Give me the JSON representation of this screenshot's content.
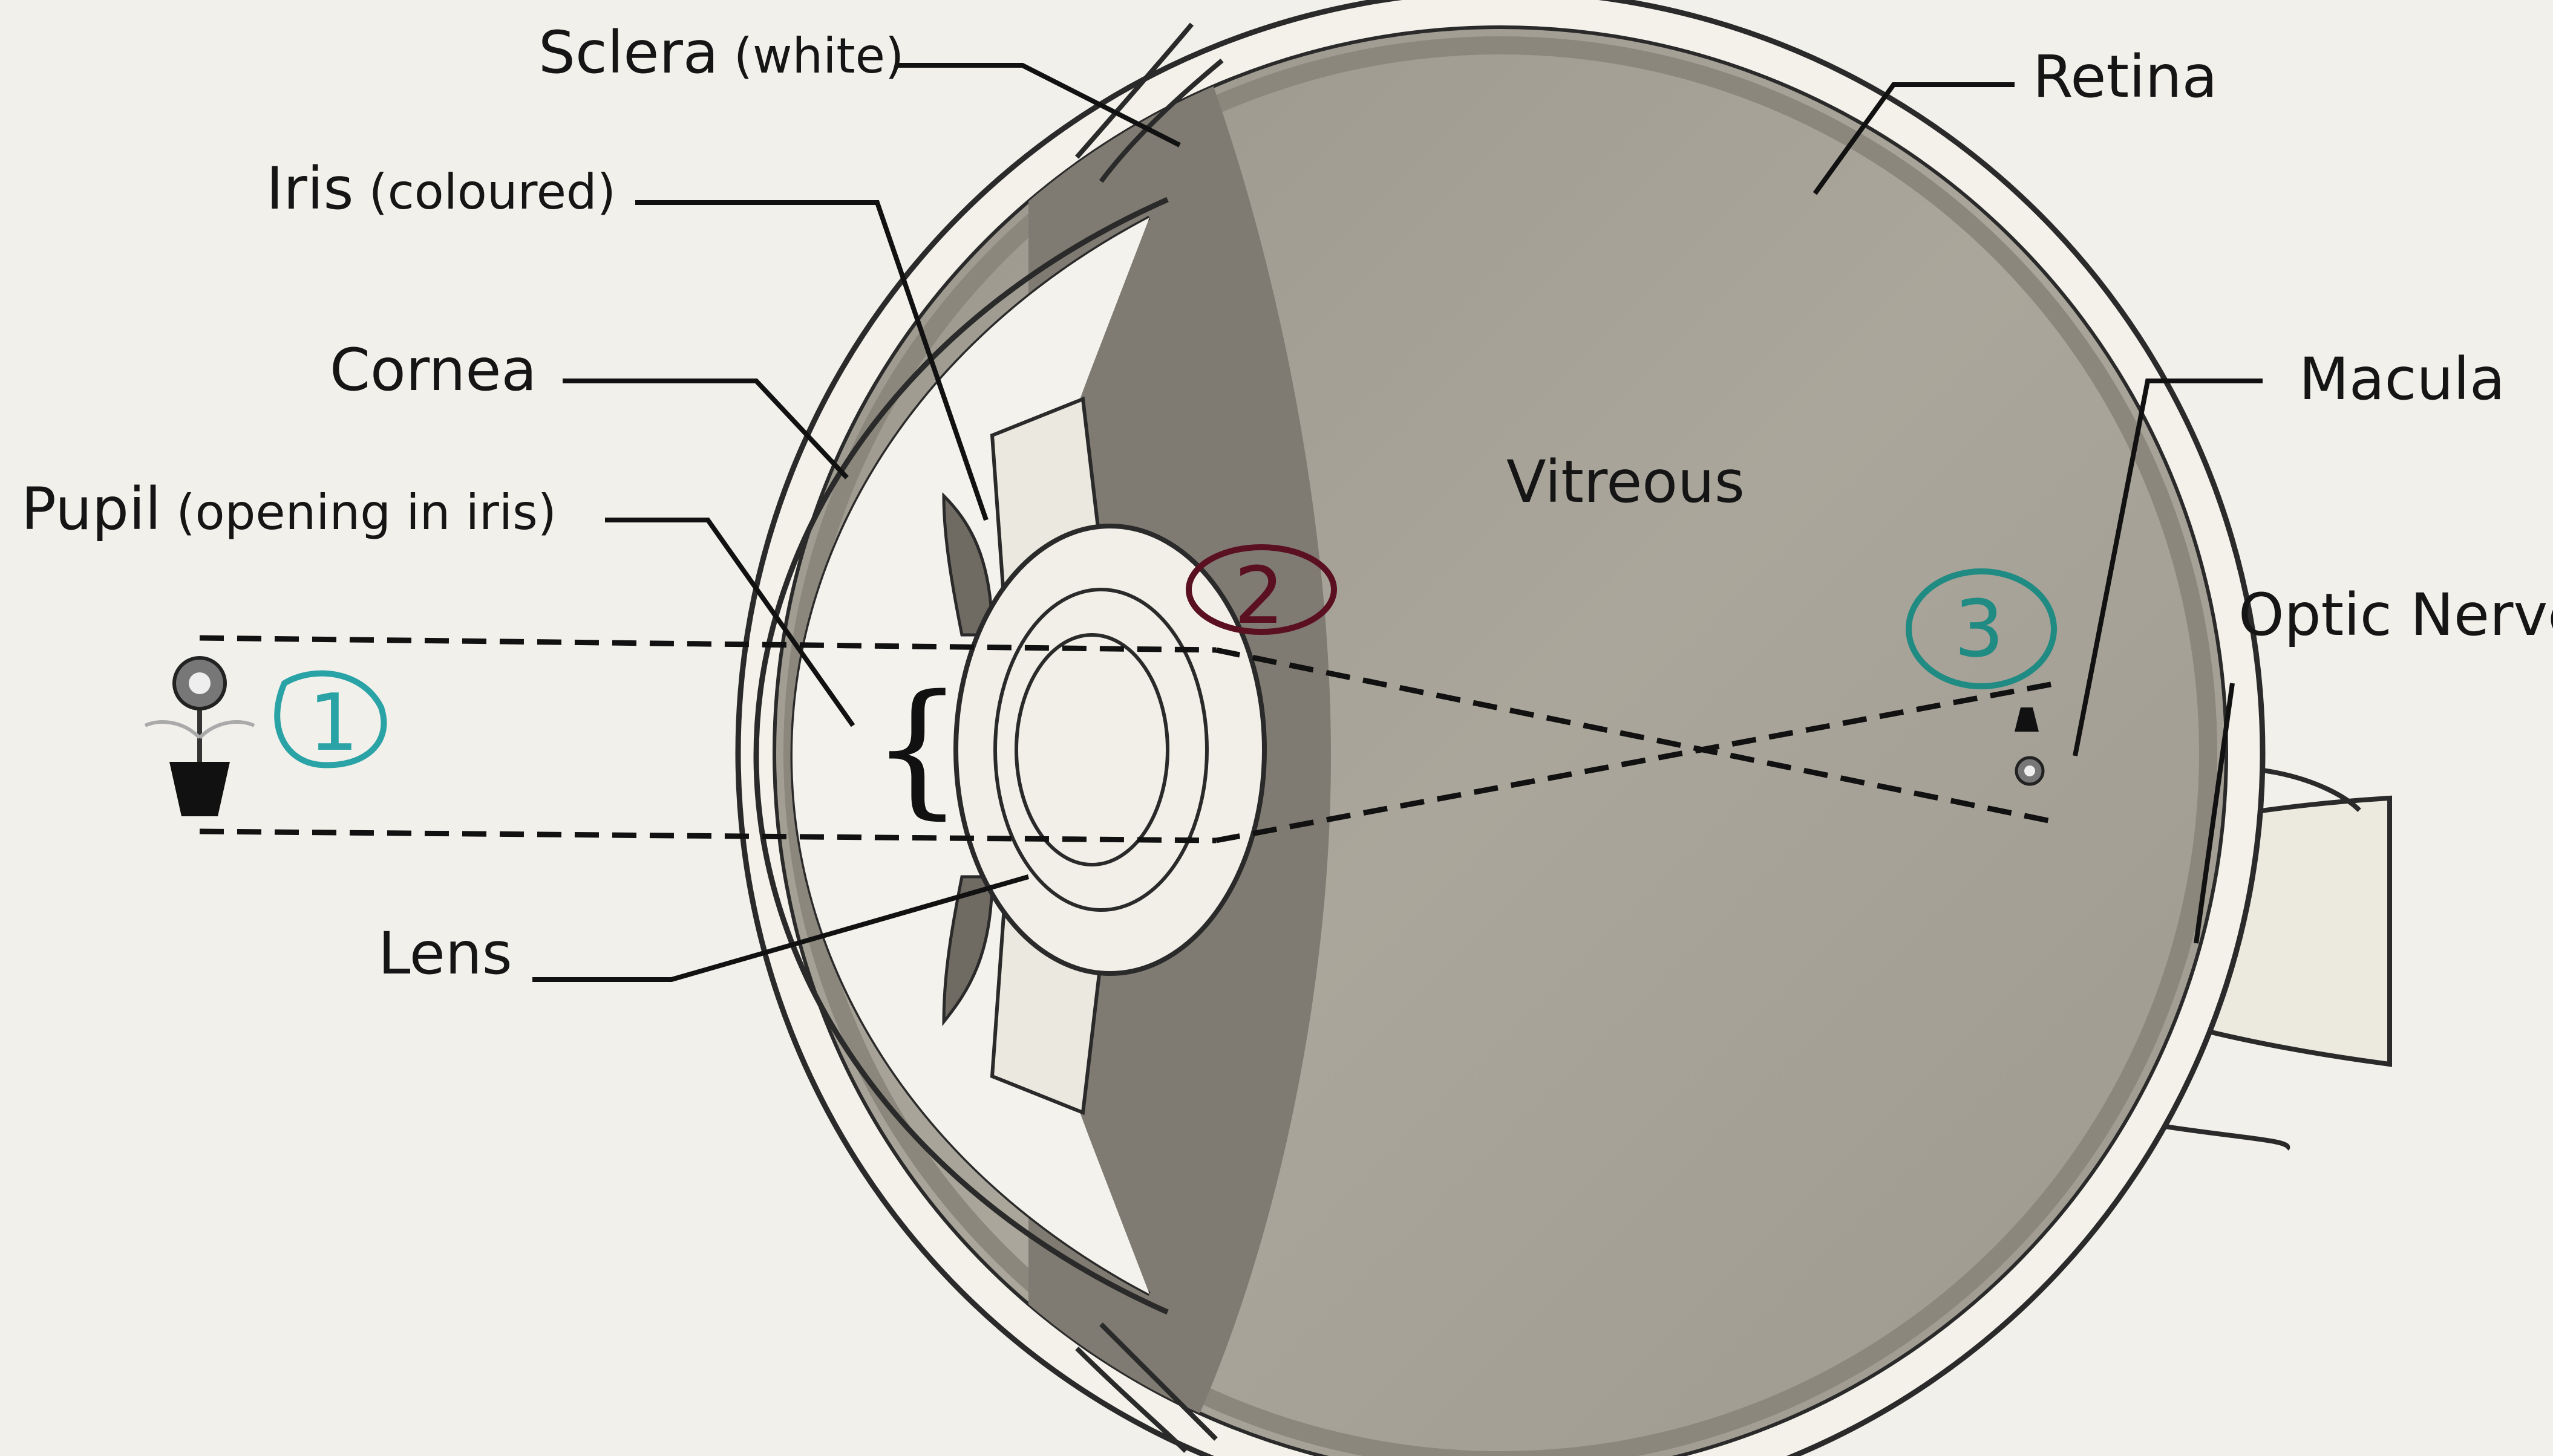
{
  "labels": {
    "sclera": {
      "main": "Sclera",
      "sub": "(white)"
    },
    "iris": {
      "main": "Iris",
      "sub": "(coloured)"
    },
    "cornea": {
      "main": "Cornea"
    },
    "pupil": {
      "main": "Pupil",
      "sub": "(opening in iris)"
    },
    "lens": {
      "main": "Lens"
    },
    "retina": {
      "main": "Retina"
    },
    "macula": {
      "main": "Macula"
    },
    "optic_nerve": {
      "main": "Optic Nerve"
    },
    "vitreous": {
      "main": "Vitreous"
    }
  },
  "annotations": {
    "step1": "1",
    "step2": "2",
    "step3": "3"
  },
  "colors": {
    "step1": "#2aa3a6",
    "step2": "#5a1020",
    "step3": "#1f8b82",
    "vitreous": "#a6a296",
    "iris_band": "#7f7b72",
    "outline": "#222222"
  },
  "icons": {
    "object": "potted-flower-icon",
    "image": "inverted-flower-icon"
  }
}
